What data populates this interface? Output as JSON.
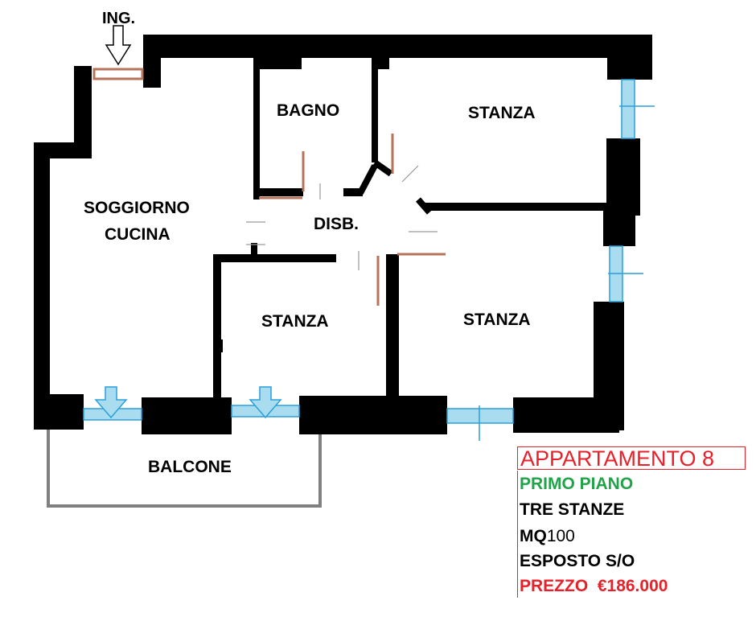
{
  "plan": {
    "entrance_label": "ING.",
    "rooms": {
      "bagno": "BAGNO",
      "stanza_top_right": "STANZA",
      "soggiorno_line1": "SOGGIORNO",
      "soggiorno_line2": "CUCINA",
      "disb": "DISB.",
      "stanza_center": "STANZA",
      "stanza_right": "STANZA",
      "balcone": "BALCONE"
    }
  },
  "info": {
    "title": "APPARTAMENTO 8",
    "floor": "PRIMO PIANO",
    "rooms_count": "TRE STANZE",
    "area_unit": "MQ",
    "area_value": "100",
    "exposure": "ESPOSTO S/O",
    "price_label": "PREZZO",
    "price_value": "€186.000"
  },
  "colors": {
    "wall": "#000000",
    "door": "#b5735a",
    "window": "#a9dcef",
    "window_stroke": "#2aa0d8",
    "balcony": "#808080",
    "title": "#e8202a",
    "floor": "#22a34a",
    "price": "#e8202a"
  }
}
